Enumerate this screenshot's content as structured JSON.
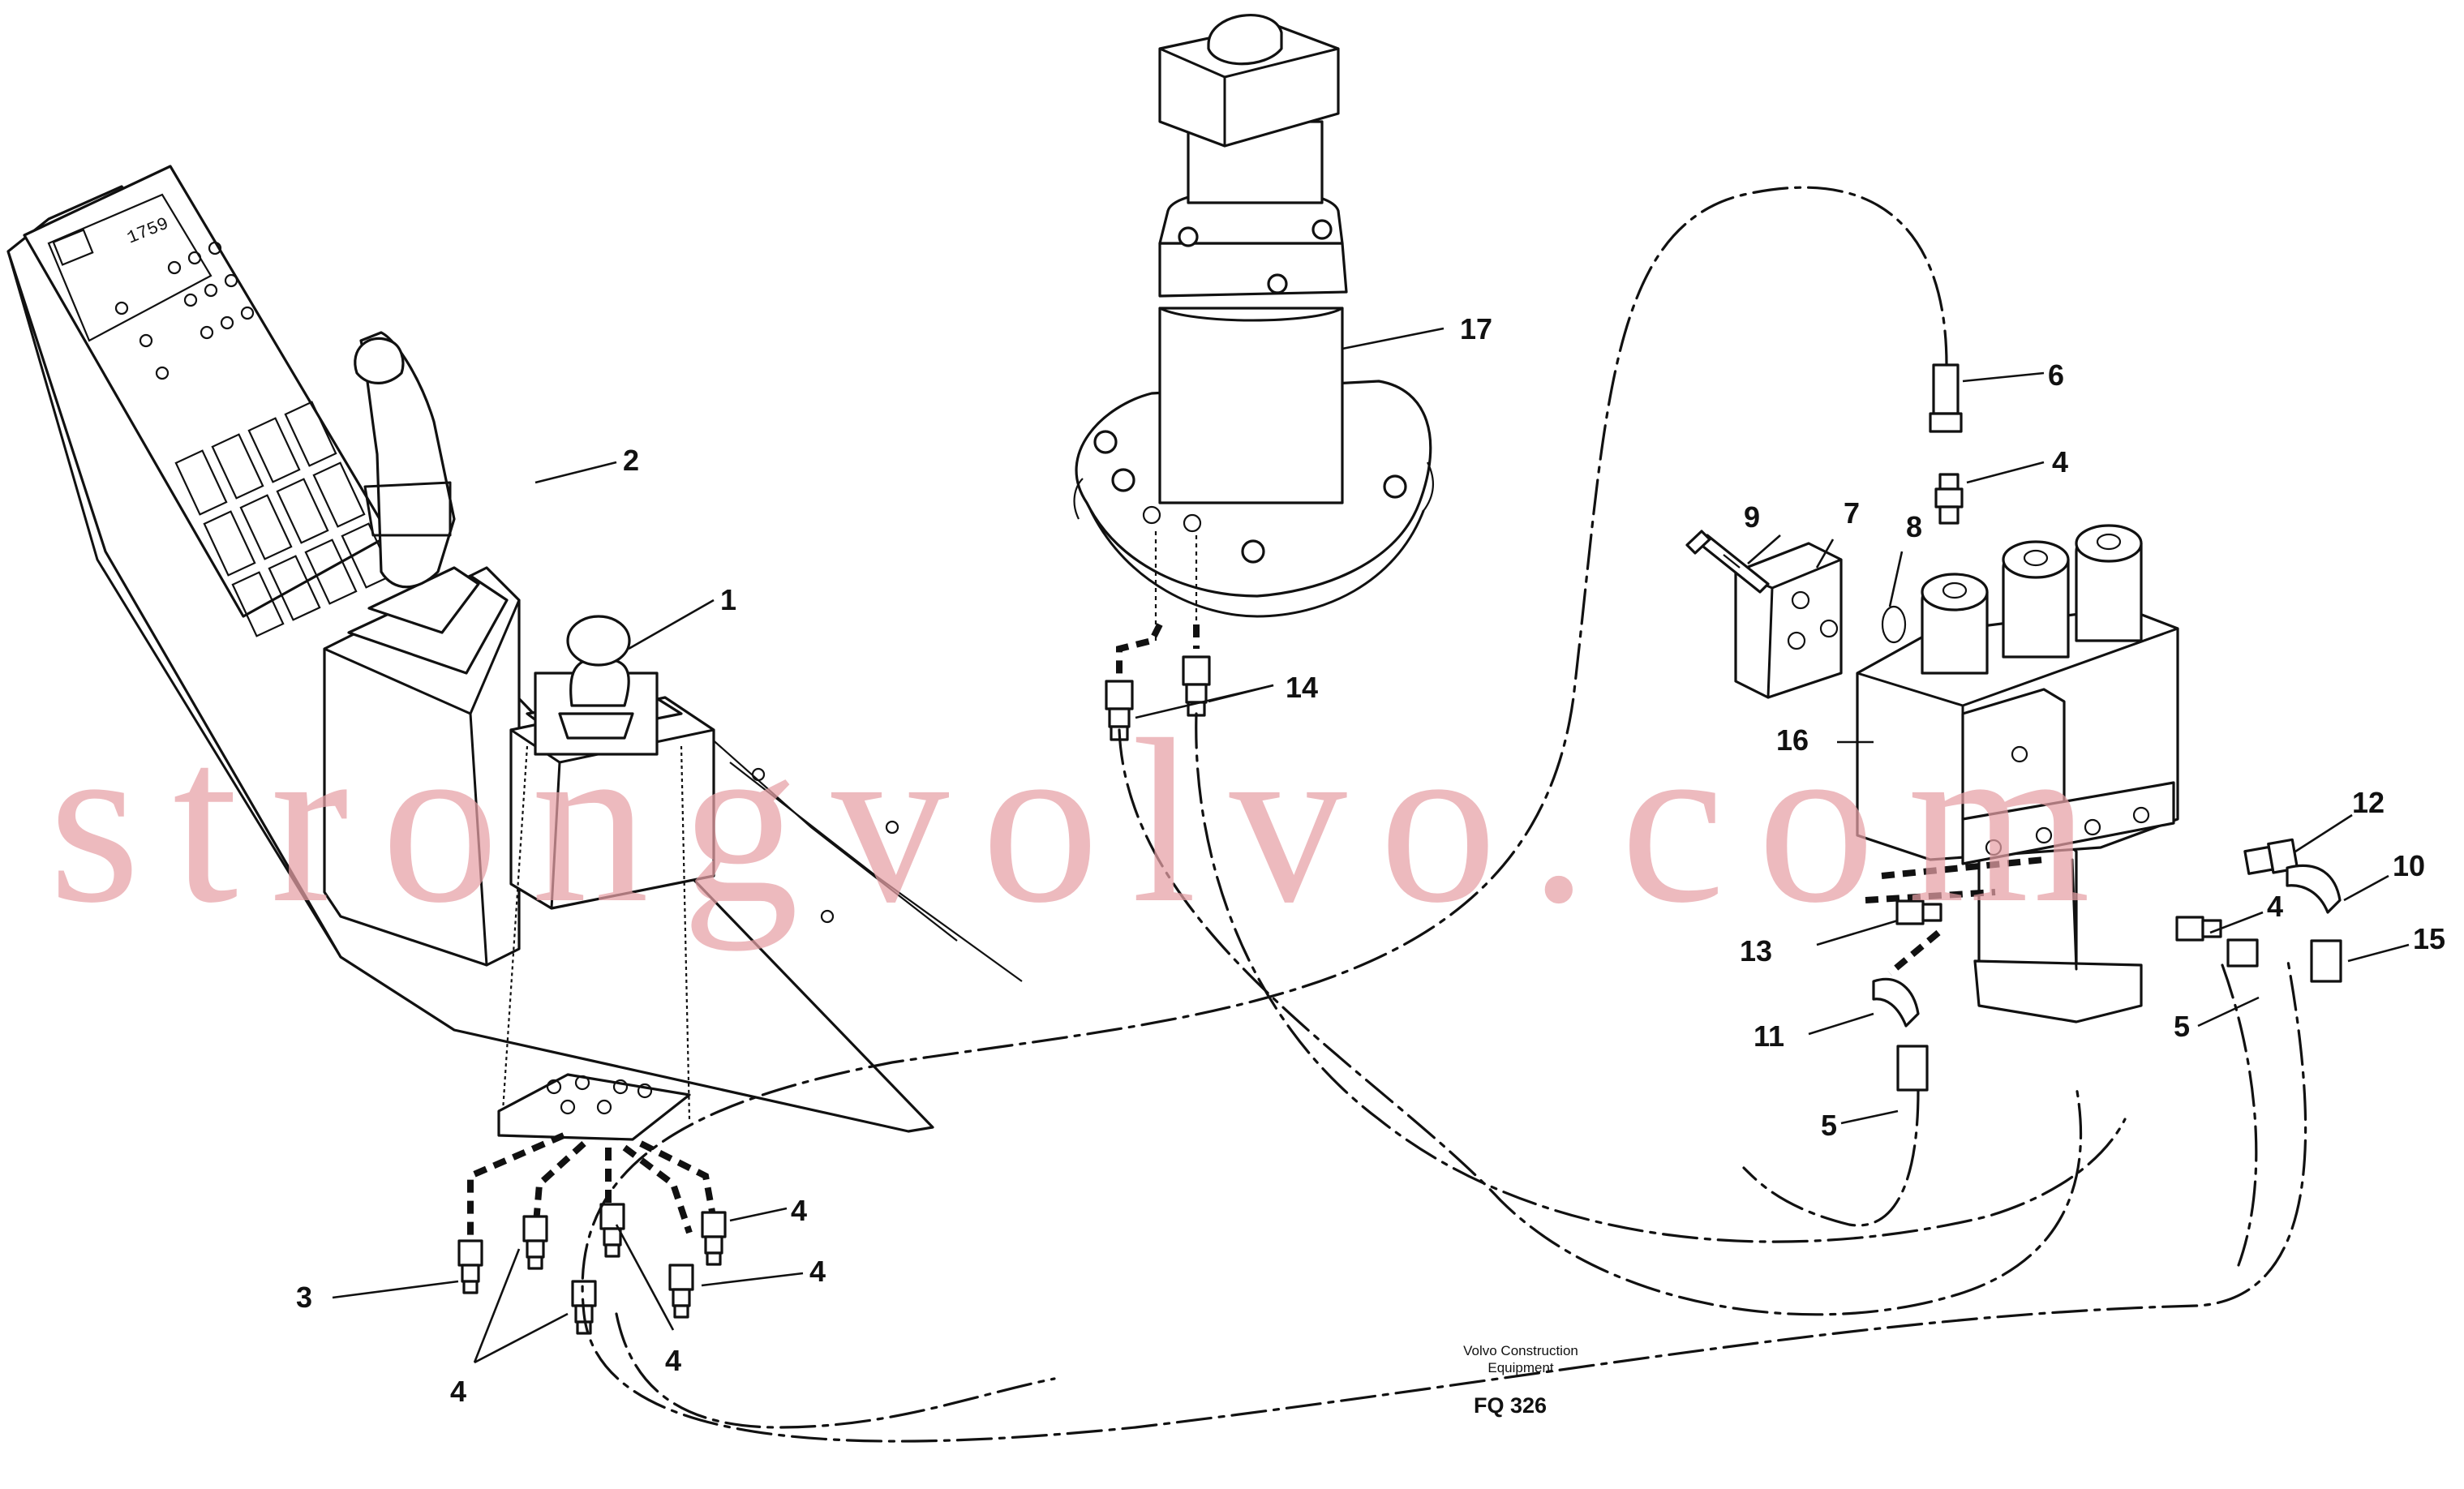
{
  "watermark": "strongvolvo.com",
  "caption": {
    "line1": "Volvo Construction",
    "line2": "Equipment",
    "code": "FQ 326"
  },
  "panel": {
    "display_value": "1759"
  },
  "callouts": [
    "17",
    "6",
    "4",
    "2",
    "1",
    "9",
    "7",
    "8",
    "14",
    "16",
    "12",
    "10",
    "15",
    "4",
    "13",
    "5",
    "11",
    "5",
    "4",
    "4",
    "4",
    "3",
    "4",
    "4"
  ]
}
